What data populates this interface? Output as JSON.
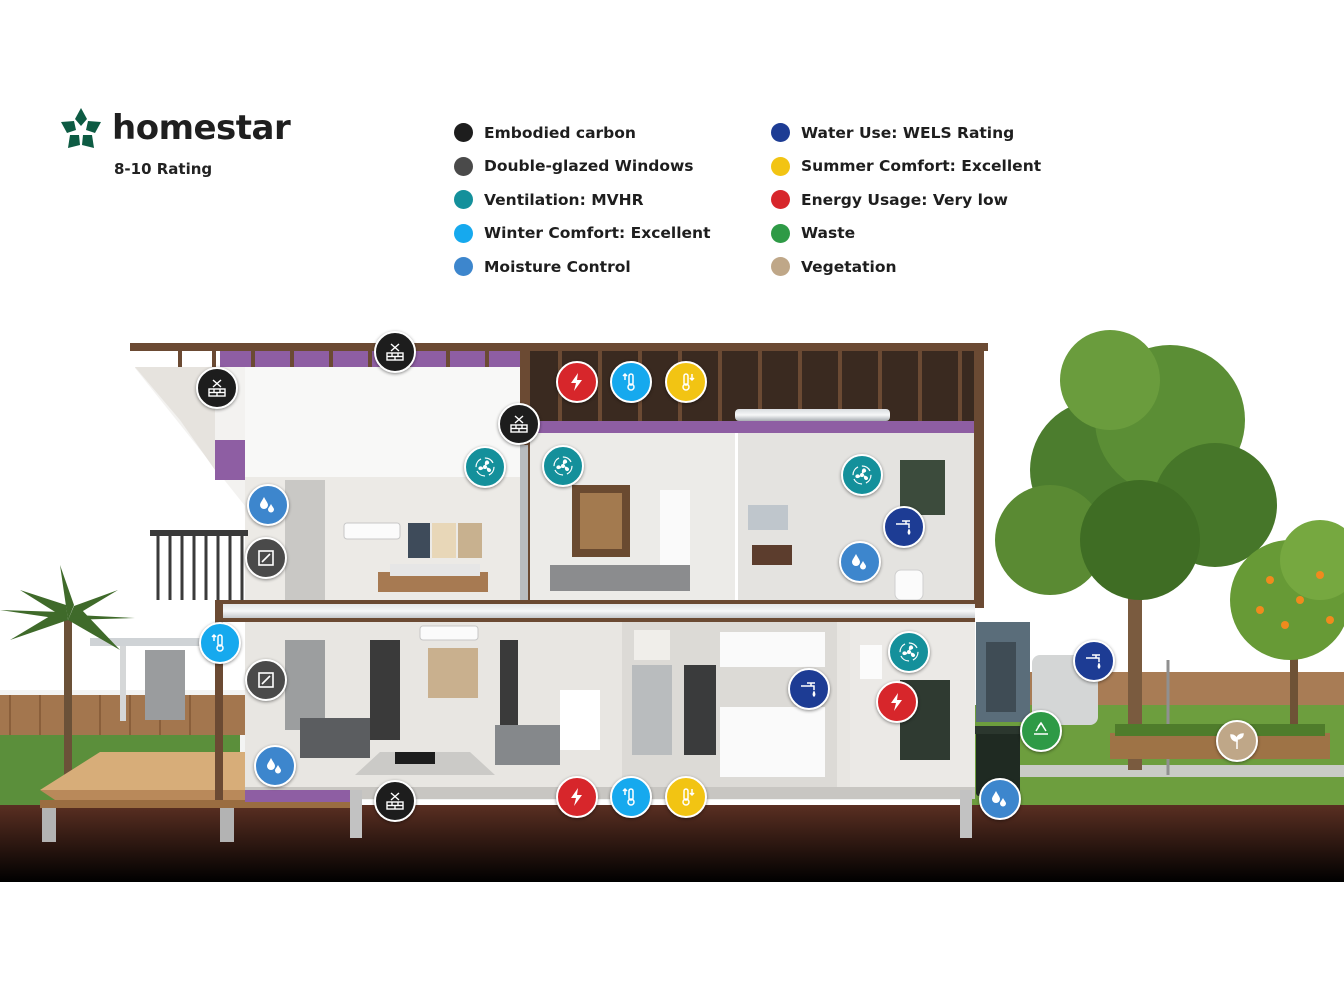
{
  "brand": {
    "name": "homestar",
    "subtitle": "8-10 Rating",
    "color": "#0d5b43"
  },
  "legend": {
    "col1": [
      {
        "key": "carbon",
        "label": "Embodied carbon",
        "color": "#1d1d1d"
      },
      {
        "key": "windows",
        "label": "Double-glazed Windows",
        "color": "#4a4a4a"
      },
      {
        "key": "vent",
        "label": "Ventilation: MVHR",
        "color": "#14909b"
      },
      {
        "key": "winter",
        "label": "Winter Comfort: Excellent",
        "color": "#16a9ee"
      },
      {
        "key": "moist",
        "label": "Moisture Control",
        "color": "#3d86cd"
      }
    ],
    "col2": [
      {
        "key": "water",
        "label": "Water Use: WELS Rating",
        "color": "#1d3c94"
      },
      {
        "key": "summer",
        "label": "Summer Comfort: Excellent",
        "color": "#f2c413"
      },
      {
        "key": "energy",
        "label": "Energy Usage: Very low",
        "color": "#d7262b"
      },
      {
        "key": "waste",
        "label": "Waste",
        "color": "#2e9a46"
      },
      {
        "key": "veg",
        "label": "Vegetation",
        "color": "#bfa788"
      }
    ]
  },
  "icons": {
    "carbon": "brick-wall-icon",
    "windows": "window-icon",
    "vent": "fan-icon",
    "winter": "thermometer-up-icon",
    "moist": "water-drops-icon",
    "water": "tap-icon",
    "summer": "thermometer-down-icon",
    "energy": "lightning-icon",
    "waste": "recycle-icon",
    "veg": "plant-icon"
  }
}
